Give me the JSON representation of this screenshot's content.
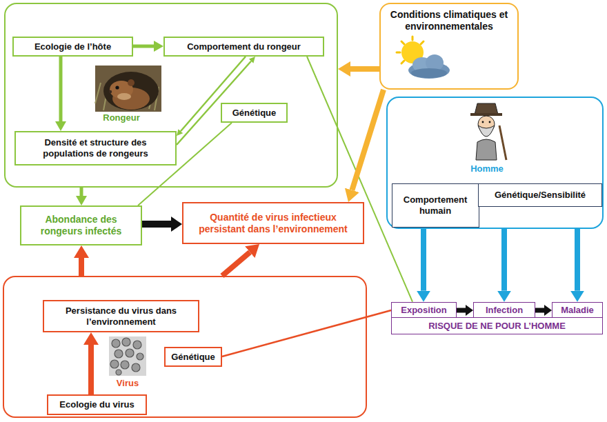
{
  "diagram": {
    "nodes": [
      {
        "text": [
          "Rongeur"
        ]
      },
      {
        "text": [
          "Ecologie de l’hôte"
        ],
        "in": 0
      },
      {
        "text": [
          "Comportement du rongeur"
        ],
        "in": 0
      },
      {
        "text": [
          "Génétique"
        ],
        "in": 0
      },
      {
        "text": [
          "Densité et structure des populations de rongeurs"
        ],
        "in": 0
      },
      {
        "text": [
          "Conditions climatiques et environnementales"
        ]
      },
      {
        "text": [
          "Homme"
        ]
      },
      {
        "text": [
          "Comportement humain"
        ],
        "in": 6
      },
      {
        "text": [
          "Génétique/Sensibilité"
        ],
        "in": 6
      },
      {
        "text": [
          "Abondance des rongeurs infectés"
        ]
      },
      {
        "text": [
          "Quantité de virus infectieux persistant dans l’environnement"
        ]
      },
      {
        "text": [
          "Virus"
        ]
      },
      {
        "text": [
          "Persistance du virus dans l’environnement"
        ],
        "in": 11
      },
      {
        "text": [
          "Génétique"
        ],
        "in": 11
      },
      {
        "text": [
          "Ecologie du virus"
        ],
        "in": 11
      },
      {
        "text": [
          "Exposition"
        ]
      },
      {
        "text": [
          "Infection"
        ]
      },
      {
        "text": [
          "Maladie"
        ]
      },
      {
        "text": [
          "RISQUE DE NE POUR L’HOMME"
        ]
      }
    ],
    "edges": [
      {
        "from": 1,
        "to": 2,
        "arrow": "to"
      },
      {
        "from": 1,
        "to": 4,
        "arrow": "to"
      },
      {
        "from": 2,
        "to": 4,
        "arrow": "to"
      },
      {
        "from": 4,
        "to": 2,
        "arrow": "to"
      },
      {
        "from": 2,
        "to": 15,
        "arrow": "none"
      },
      {
        "from": 3,
        "to": 9,
        "arrow": "none"
      },
      {
        "from": 0,
        "to": 9,
        "arrow": "to"
      },
      {
        "from": 9,
        "to": 10,
        "arrow": "to"
      },
      {
        "from": 5,
        "to": 0,
        "arrow": "to"
      },
      {
        "from": 5,
        "to": 10,
        "arrow": "to"
      },
      {
        "from": 6,
        "to": 15,
        "arrow": "to"
      },
      {
        "from": 6,
        "to": 16,
        "arrow": "to"
      },
      {
        "from": 6,
        "to": 17,
        "arrow": "to"
      },
      {
        "from": 11,
        "to": 9,
        "arrow": "to"
      },
      {
        "from": 11,
        "to": 10,
        "arrow": "to"
      },
      {
        "from": 13,
        "to": 15,
        "arrow": "none"
      },
      {
        "from": 14,
        "to": 12,
        "arrow": "to"
      },
      {
        "from": 15,
        "to": 16,
        "arrow": "to"
      },
      {
        "from": 16,
        "to": 17,
        "arrow": "to"
      }
    ]
  }
}
